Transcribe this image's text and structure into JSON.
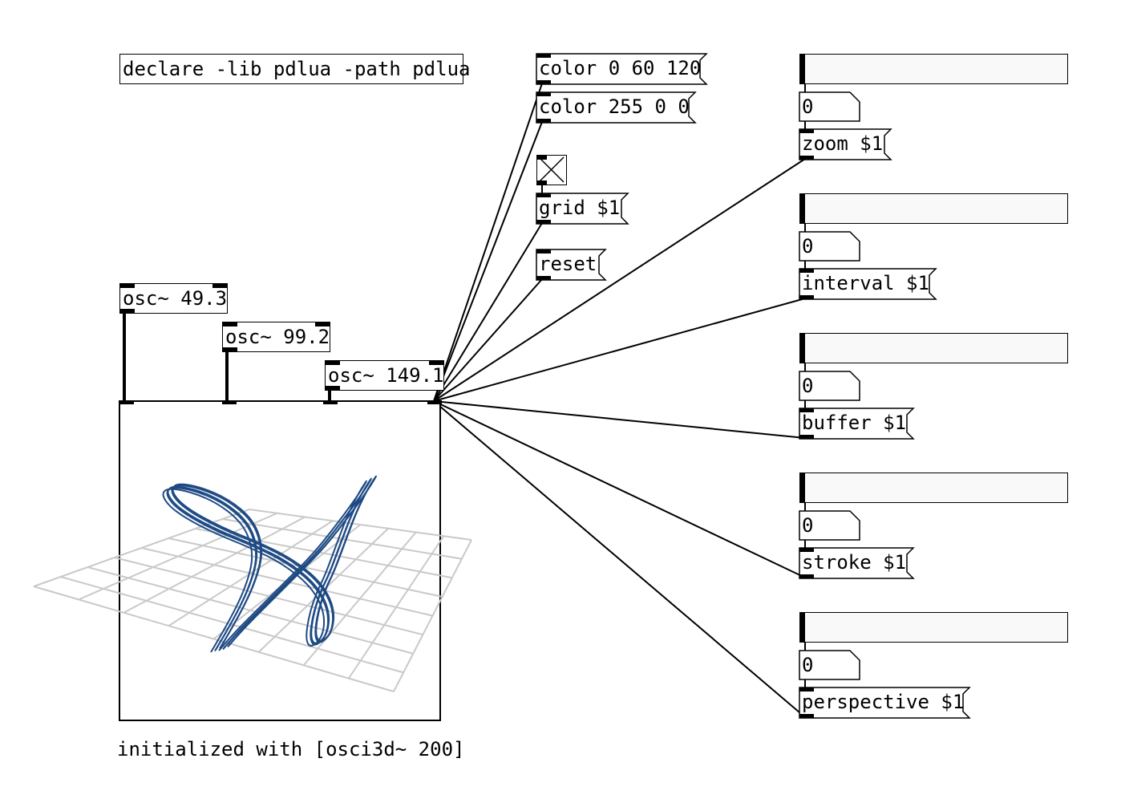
{
  "objects": {
    "declare": "declare -lib pdlua -path pdlua",
    "osc1": "osc~ 49.3",
    "osc2": "osc~ 99.2",
    "osc3": "osc~ 149.1"
  },
  "messages": {
    "color1": "color 0 60 120",
    "color2": "color 255 0 0",
    "grid": "grid $1",
    "reset": "reset",
    "zoom": "zoom $1",
    "interval": "interval $1",
    "buffer": "buffer $1",
    "stroke": "stroke $1",
    "perspective": "perspective $1"
  },
  "number_boxes": [
    "0",
    "0",
    "0",
    "0",
    "0"
  ],
  "toggle": {
    "grid_enabled": true
  },
  "comment": "initialized with [osci3d~ 200]",
  "colors": {
    "trace": "#1e4a84",
    "grid": "#c9c9c9",
    "stroke": "#000000"
  }
}
